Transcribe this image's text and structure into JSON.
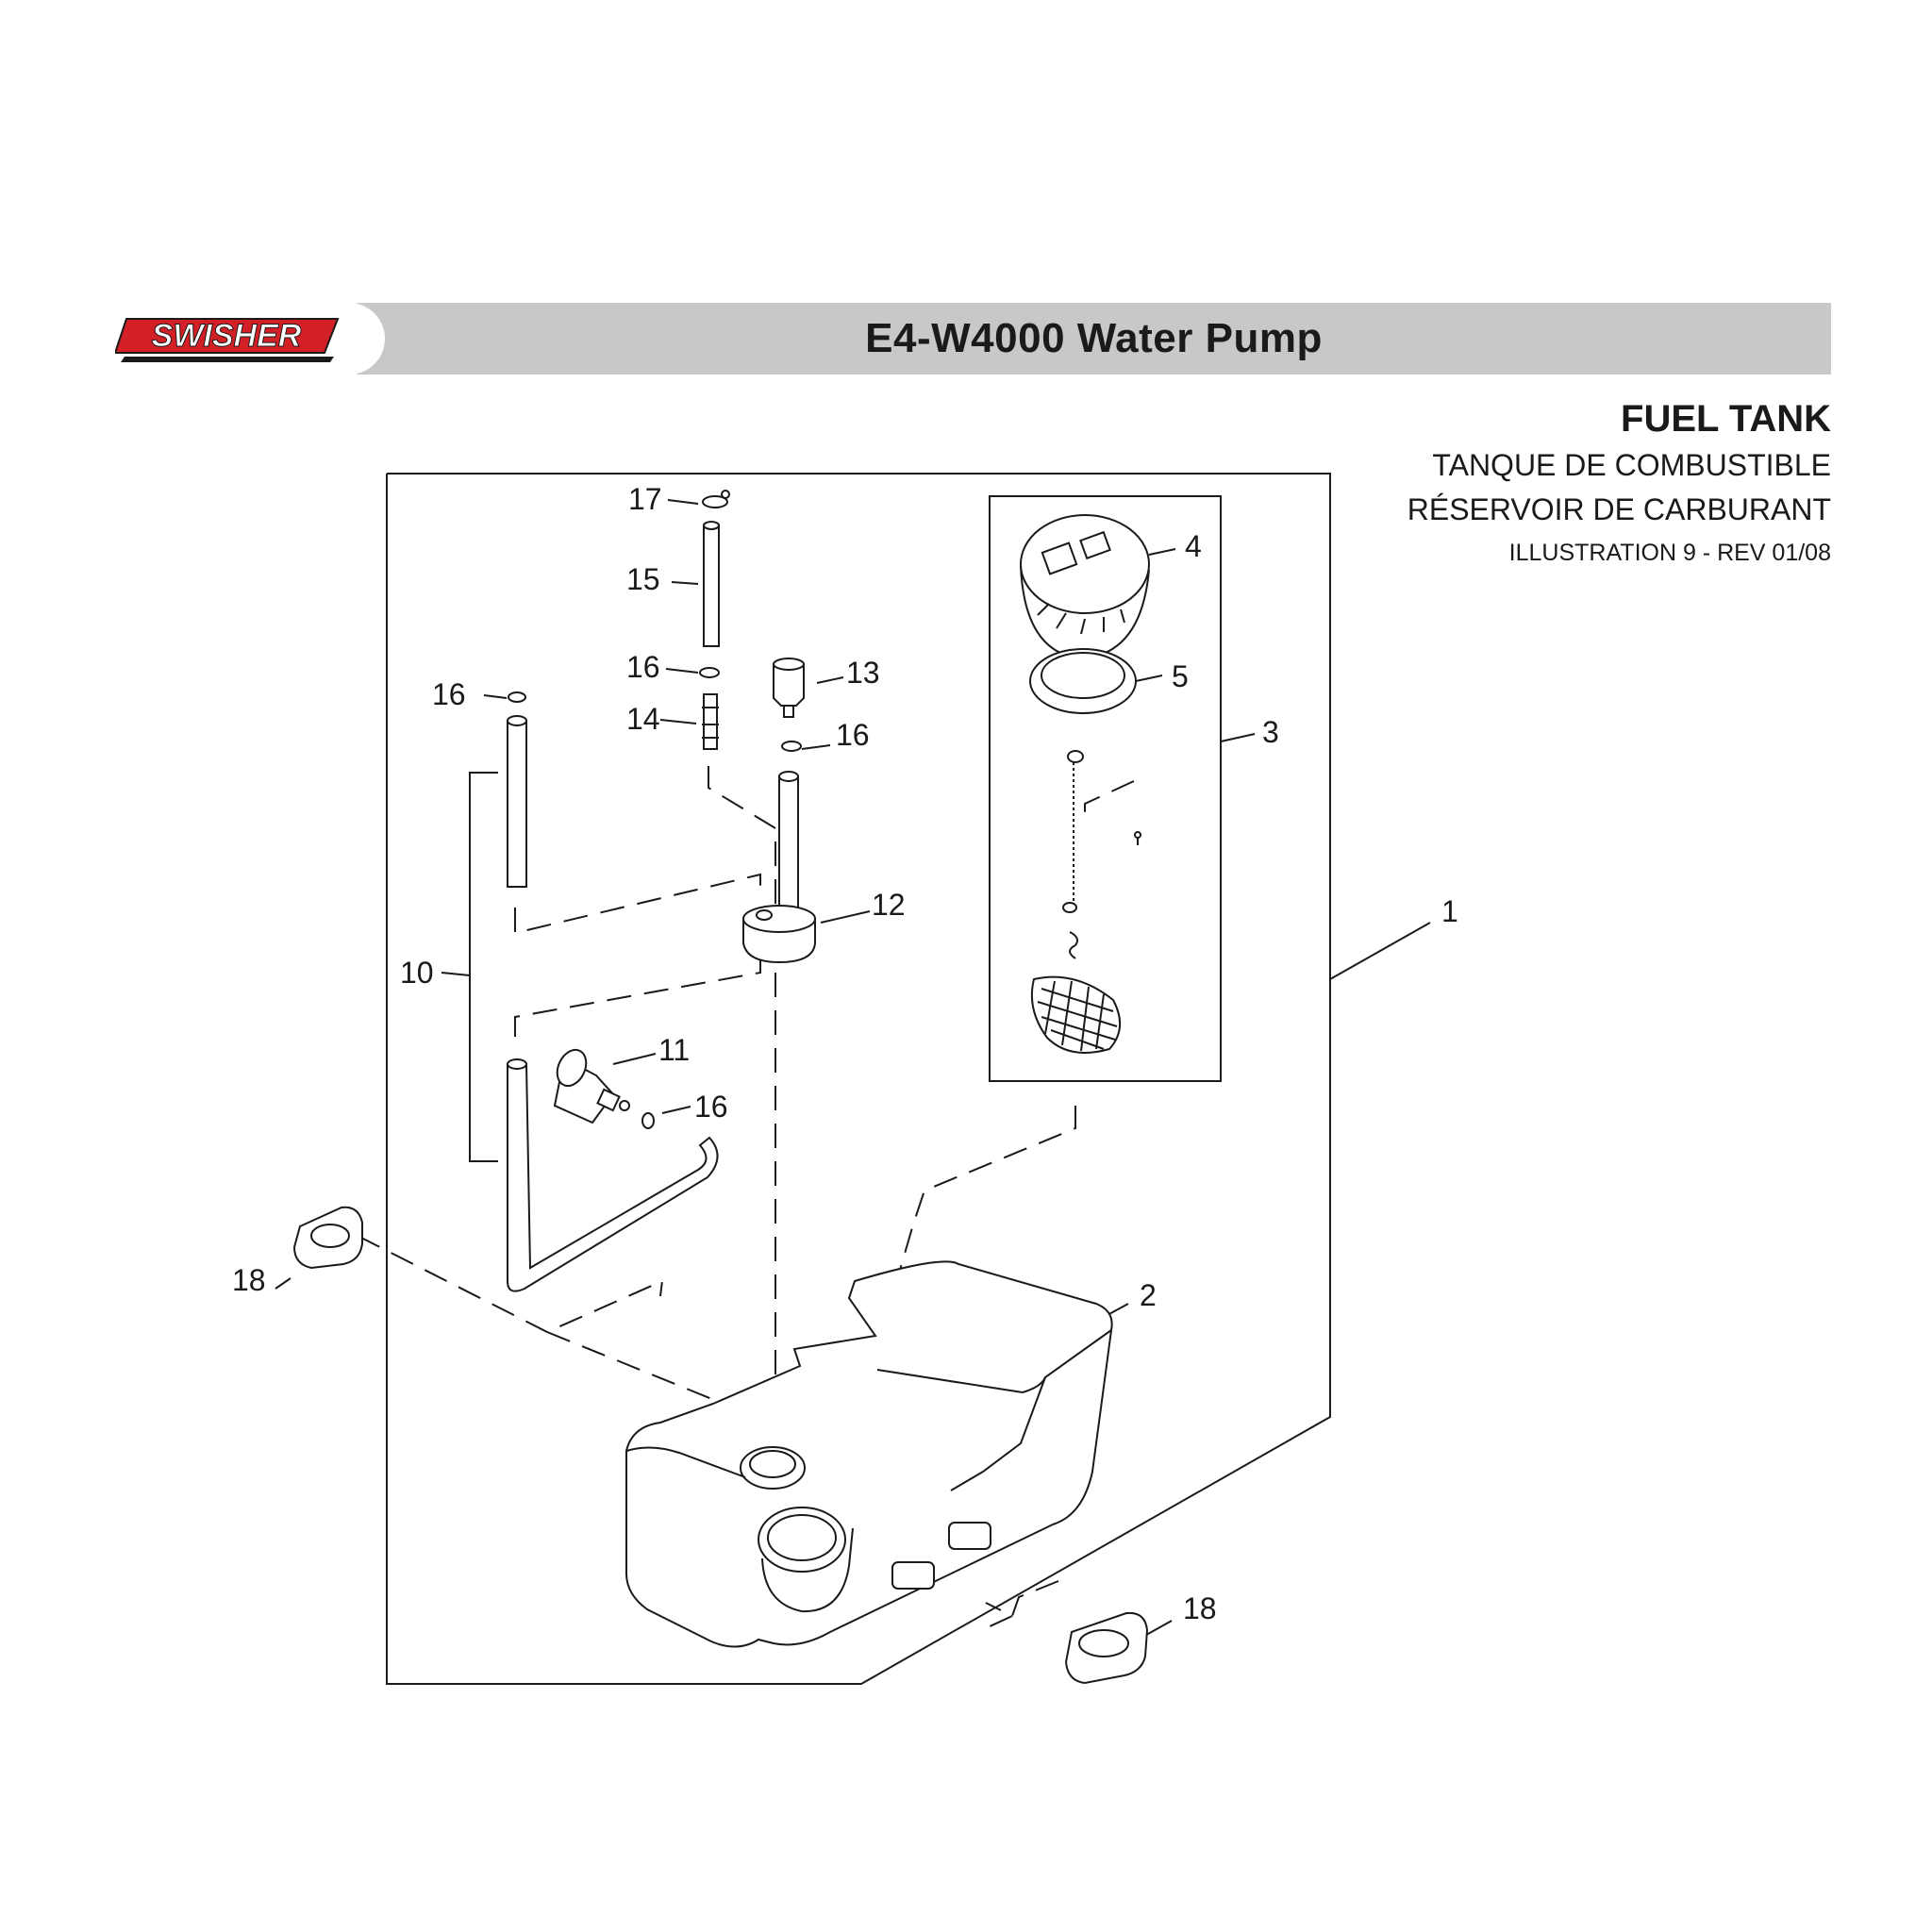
{
  "brand": {
    "logo_text": "SWISHER",
    "colors": {
      "logo_red": "#d32027",
      "header_band": "#c8c8c8"
    }
  },
  "header": {
    "title": "E4-W4000 Water Pump"
  },
  "title_block": {
    "title": "FUEL TANK",
    "spanish": "TANQUE DE COMBUSTIBLE",
    "french": "RÉSERVOIR DE CARBURANT",
    "illustration": "ILLUSTRATION 9 - REV 01/08"
  },
  "callouts": {
    "c1": "1",
    "c2": "2",
    "c3": "3",
    "c4": "4",
    "c5": "5",
    "c10": "10",
    "c11": "11",
    "c12": "12",
    "c13": "13",
    "c14": "14",
    "c15": "15",
    "c16a": "16",
    "c16b": "16",
    "c16c": "16",
    "c16d": "16",
    "c17": "17",
    "c18a": "18",
    "c18b": "18"
  }
}
